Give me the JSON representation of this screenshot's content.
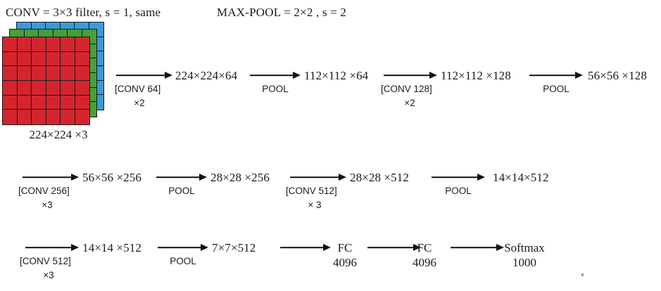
{
  "legend": {
    "conv_rule": "CONV = 3×3 filter, s = 1, same",
    "pool_rule": "MAX-POOL = 2×2 , s = 2"
  },
  "input_volume": {
    "label": "224×224 ×3",
    "channel_colors": [
      "#d4252f",
      "#46a037",
      "#3d9ad6"
    ],
    "grid_rows": 6,
    "grid_cols": 6,
    "outline_color": "#1a1a1a"
  },
  "rows": [
    {
      "id": "row-1",
      "steps": [
        {
          "kind": "arrow",
          "label_line1": "[CONV 64]",
          "label_line2": "×2"
        },
        {
          "kind": "dim",
          "text": "224×224×64"
        },
        {
          "kind": "arrow",
          "label_line1": "POOL",
          "label_line2": ""
        },
        {
          "kind": "dim",
          "text": "112×112 ×64"
        },
        {
          "kind": "arrow",
          "label_line1": "[CONV 128]",
          "label_line2": "×2"
        },
        {
          "kind": "dim",
          "text": "112×112 ×128"
        },
        {
          "kind": "arrow",
          "label_line1": "POOL",
          "label_line2": ""
        },
        {
          "kind": "dim",
          "text": "56×56 ×128"
        }
      ]
    },
    {
      "id": "row-2",
      "steps": [
        {
          "kind": "arrow",
          "label_line1": "[CONV 256]",
          "label_line2": "×3"
        },
        {
          "kind": "dim",
          "text": "56×56 ×256"
        },
        {
          "kind": "arrow",
          "label_line1": "POOL",
          "label_line2": ""
        },
        {
          "kind": "dim",
          "text": "28×28 ×256"
        },
        {
          "kind": "arrow",
          "label_line1": "[CONV 512]",
          "label_line2": "× 3"
        },
        {
          "kind": "dim",
          "text": "28×28 ×512"
        },
        {
          "kind": "arrow",
          "label_line1": "POOL",
          "label_line2": ""
        },
        {
          "kind": "dim",
          "text": "14×14×512"
        }
      ]
    },
    {
      "id": "row-3",
      "steps": [
        {
          "kind": "arrow",
          "label_line1": "[CONV 512]",
          "label_line2": "×3"
        },
        {
          "kind": "dim",
          "text": "14×14 ×512"
        },
        {
          "kind": "arrow",
          "label_line1": "POOL",
          "label_line2": ""
        },
        {
          "kind": "dim",
          "text": "7×7×512"
        },
        {
          "kind": "arrow",
          "label_line1": "",
          "label_line2": ""
        },
        {
          "kind": "dim2",
          "text": "FC",
          "sub": "4096"
        },
        {
          "kind": "arrow",
          "label_line1": "",
          "label_line2": ""
        },
        {
          "kind": "dim2",
          "text": "FC",
          "sub": "4096"
        },
        {
          "kind": "arrow",
          "label_line1": "",
          "label_line2": ""
        },
        {
          "kind": "dim2",
          "text": "Softmax",
          "sub": "1000"
        }
      ]
    }
  ]
}
